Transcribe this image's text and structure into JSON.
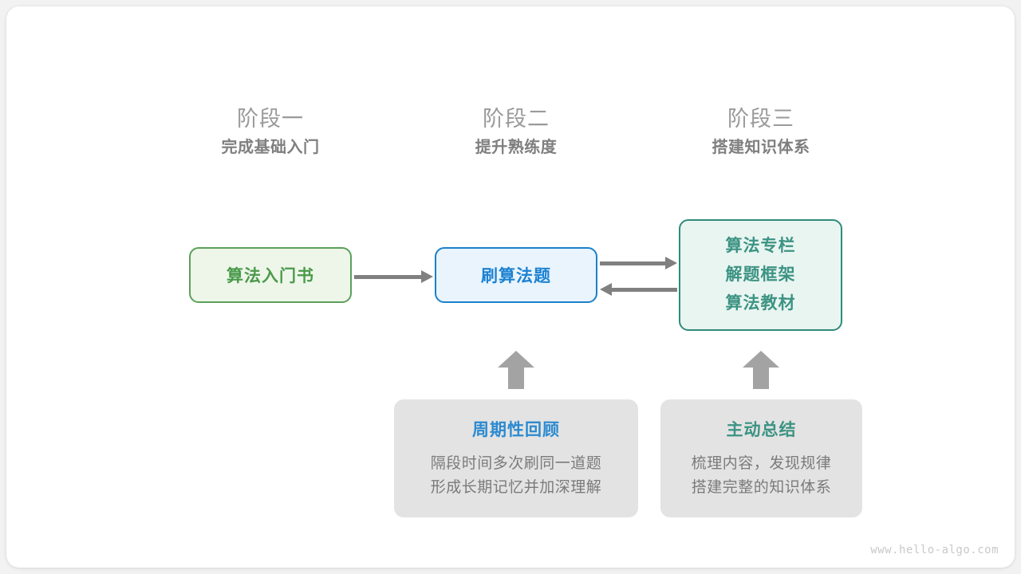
{
  "colors": {
    "canvas_bg": "#ffffff",
    "page_bg": "#f2f2f2",
    "green": "#4a9a4a",
    "green_border": "#5ba05a",
    "green_fill": "#eef6ea",
    "blue": "#1d82d2",
    "blue_border": "#1b80cb",
    "blue_fill": "#e9f4fd",
    "teal": "#3c9383",
    "teal_border": "#2f8b7b",
    "teal_fill": "#e9f5f1",
    "arrow_gray": "#808080",
    "block_arrow_gray": "#a3a3a3",
    "note_fill": "#e3e3e3",
    "note_text": "#7b7b7b",
    "stage_title": "#9a9a9a",
    "stage_sub": "#7f7f7f",
    "watermark": "#c9c9c9"
  },
  "stages": [
    {
      "title": "阶段一",
      "subtitle": "完成基础入门"
    },
    {
      "title": "阶段二",
      "subtitle": "提升熟练度"
    },
    {
      "title": "阶段三",
      "subtitle": "搭建知识体系"
    }
  ],
  "nodes": {
    "book": {
      "label": "算法入门书"
    },
    "practice": {
      "label": "刷算法题"
    },
    "resources": {
      "lines": [
        "算法专栏",
        "解题框架",
        "算法教材"
      ]
    }
  },
  "notes": [
    {
      "title": "周期性回顾",
      "title_color": "#2b8ad0",
      "body_line1": "隔段时间多次刷同一道题",
      "body_line2": "形成长期记忆并加深理解"
    },
    {
      "title": "主动总结",
      "title_color": "#3c9383",
      "body_line1": "梳理内容，发现规律",
      "body_line2": "搭建完整的知识体系"
    }
  ],
  "connectors": [
    {
      "name": "book-to-practice",
      "direction": "right"
    },
    {
      "name": "practice-to-resources",
      "direction": "right"
    },
    {
      "name": "resources-to-practice",
      "direction": "left"
    }
  ],
  "watermark": "www.hello-algo.com"
}
